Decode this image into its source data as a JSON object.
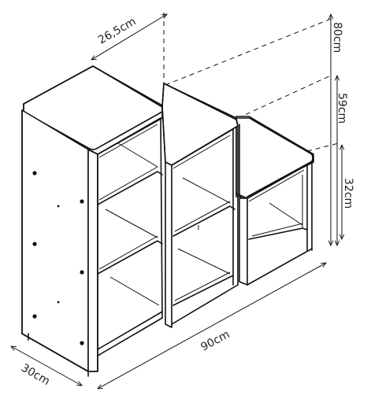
{
  "dimensions": {
    "top_depth": "26,5cm",
    "height_tall": "80cm",
    "height_mid": "59cm",
    "height_low": "32cm",
    "total_width": "90cm",
    "side_depth": "30cm"
  },
  "colors": {
    "line": "#111111",
    "background": "#ffffff"
  }
}
